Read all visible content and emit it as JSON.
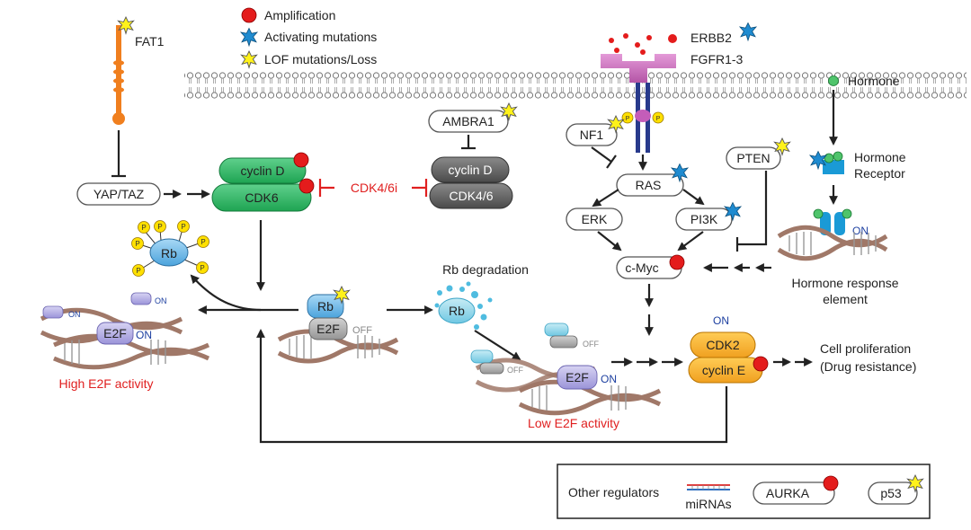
{
  "legend": {
    "amplification": "Amplification",
    "activating": "Activating mutations",
    "lof": "LOF mutations/Loss",
    "colors": {
      "amplification": "#e02020",
      "activating": "#1f8bd0",
      "lof": "#1aa04a"
    }
  },
  "receptors": {
    "fat1": "FAT1",
    "erbb2": "ERBB2",
    "fgfr": "FGFR1-3",
    "hormone": "Hormone",
    "phospho": "P"
  },
  "nodes": {
    "yap_taz": "YAP/TAZ",
    "cyclin_d": "cyclin D",
    "cdk6": "CDK6",
    "cdk46i": "CDK4/6i",
    "ambra1": "AMBRA1",
    "cyclin_d_gray": "cyclin D",
    "cdk46": "CDK4/6",
    "nf1": "NF1",
    "ras": "RAS",
    "erk": "ERK",
    "pi3k": "PI3K",
    "pten": "PTEN",
    "cmyc": "c-Myc",
    "hormone_receptor": "Hormone\nReceptor",
    "hormone_response": "Hormone response\nelement",
    "rb": "Rb",
    "e2f": "E2F",
    "cdk2": "CDK2",
    "cyclin_e": "cyclin E",
    "rb_degradation": "Rb degradation"
  },
  "states": {
    "on": "ON",
    "off": "OFF"
  },
  "activity": {
    "high": "High E2F activity",
    "low": "Low E2F activity"
  },
  "outcome": "Cell proliferation\n(Drug resistance)",
  "other_regulators": {
    "title": "Other regulators",
    "mirnas": "miRNAs",
    "aurka": "AURKA",
    "p53": "p53"
  }
}
